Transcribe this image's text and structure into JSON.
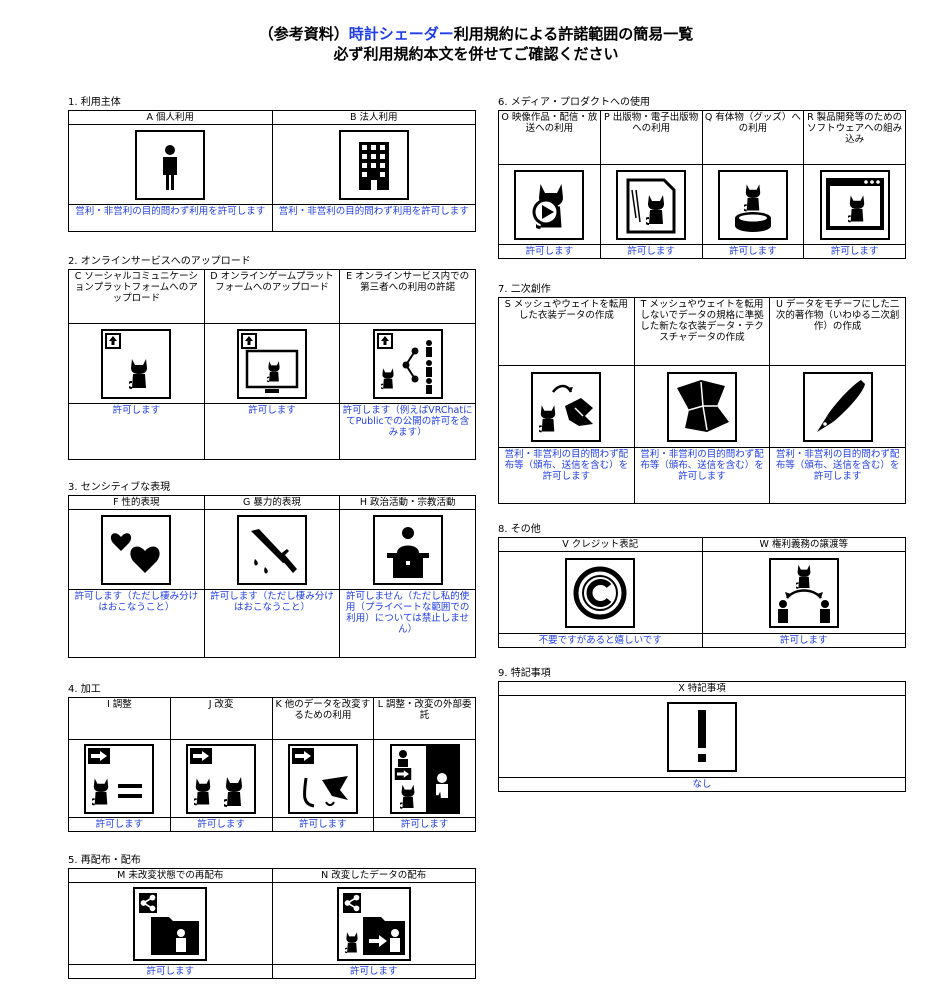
{
  "title_prefix": "（参考資料）",
  "title_highlight": "時計シェーダー",
  "title_suffix": "利用規約による許諾範囲の簡易一覧",
  "subtitle": "必ず利用規約本文を併せてご確認ください",
  "colors": {
    "accent": "#1f3ee8"
  },
  "sections": {
    "s1": {
      "label": "1. 利用主体",
      "items": [
        {
          "head": "A 個人利用",
          "result": "営利・非営利の目的問わず利用を許可します",
          "icon": "person-icon"
        },
        {
          "head": "B 法人利用",
          "result": "営利・非営利の目的問わず利用を許可します",
          "icon": "building-icon"
        }
      ]
    },
    "s2": {
      "label": "2. オンラインサービスへのアップロード",
      "items": [
        {
          "head": "C ソーシャルコミュニケーションプラットフォームへのアップロード",
          "result": "許可します",
          "icon": "upload-avatar-icon"
        },
        {
          "head": "D オンラインゲームプラットフォームへのアップロード",
          "result": "許可します",
          "icon": "upload-monitor-icon"
        },
        {
          "head": "E オンラインサービス内での第三者への利用の許諾",
          "result": "許可します（例えばVRChatにてPublicでの公開の許可を含みます）",
          "icon": "upload-share-icon"
        }
      ]
    },
    "s3": {
      "label": "3. センシティブな表現",
      "items": [
        {
          "head": "F 性的表現",
          "result": "許可します（ただし棲み分けはおこなうこと）",
          "icon": "hearts-icon"
        },
        {
          "head": "G 暴力的表現",
          "result": "許可します（ただし棲み分けはおこなうこと）",
          "icon": "knife-icon"
        },
        {
          "head": "H 政治活動・宗教活動",
          "result": "許可しません（ただし私的使用（プライベートな範囲での利用）については禁止しません）",
          "icon": "podium-icon"
        }
      ]
    },
    "s4": {
      "label": "4. 加工",
      "items": [
        {
          "head": "I 調整",
          "result": "許可します",
          "icon": "adjust-icon"
        },
        {
          "head": "J 改変",
          "result": "許可します",
          "icon": "modify-icon"
        },
        {
          "head": "K 他のデータを改変するための利用",
          "result": "許可します",
          "icon": "use-other-icon"
        },
        {
          "head": "L 調整・改変の外部委託",
          "result": "許可します",
          "icon": "outsource-icon"
        }
      ]
    },
    "s5": {
      "label": "5. 再配布・配布",
      "items": [
        {
          "head": "M 未改変状態での再配布",
          "result": "許可します",
          "icon": "redistribute-icon"
        },
        {
          "head": "N 改変したデータの配布",
          "result": "許可します",
          "icon": "distribute-modified-icon"
        }
      ]
    },
    "s6": {
      "label": "6. メディア・プロダクトへの使用",
      "items": [
        {
          "head": "O 映像作品・配信・放送への利用",
          "result": "許可します",
          "icon": "video-icon"
        },
        {
          "head": "P 出版物・電子出版物への利用",
          "result": "許可します",
          "icon": "publication-icon"
        },
        {
          "head": "Q 有体物（グッズ）への利用",
          "result": "許可します",
          "icon": "goods-icon"
        },
        {
          "head": "R 製品開発等のためのソフトウェアへの組み込み",
          "result": "許可します",
          "icon": "software-icon"
        }
      ]
    },
    "s7": {
      "label": "7. 二次創作",
      "items": [
        {
          "head": "S メッシュやウェイトを転用した衣装データの作成",
          "result": "営利・非営利の目的問わず配布等（頒布、送信を含む）を許可します",
          "icon": "costume-transfer-icon"
        },
        {
          "head": "T メッシュやウェイトを転用しないでデータの規格に準拠した新たな衣装データ・テクスチャデータの作成",
          "result": "営利・非営利の目的問わず配布等（頒布、送信を含む）を許可します",
          "icon": "costume-new-icon"
        },
        {
          "head": "U データをモチーフにした二次的著作物（いわゆる二次創作）の作成",
          "result": "営利・非営利の目的問わず配布等（頒布、送信を含む）を許可します",
          "icon": "pen-icon"
        }
      ]
    },
    "s8": {
      "label": "8. その他",
      "items": [
        {
          "head": "V クレジット表記",
          "result": "不要ですがあると嬉しいです",
          "icon": "copyright-icon"
        },
        {
          "head": "W 権利義務の譲渡等",
          "result": "許可します",
          "icon": "transfer-icon"
        }
      ]
    },
    "s9": {
      "label": "9. 特記事項",
      "items": [
        {
          "head": "X 特記事項",
          "result": "なし",
          "icon": "exclamation-icon"
        }
      ]
    }
  }
}
